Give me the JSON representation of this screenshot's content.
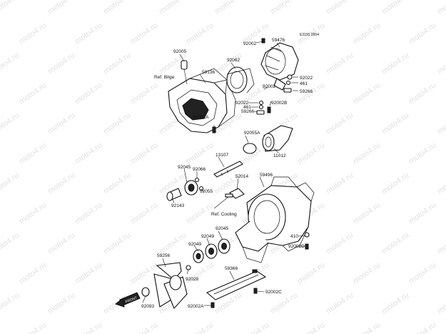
{
  "diagram_code": "E3191 0004",
  "watermark": "moto4.ru",
  "front_label": "FRONT",
  "refs": {
    "bilge": "Ref. Bilge",
    "cooling": "Ref. Cooling"
  },
  "labels": {
    "p92002_top": "92002",
    "p59476": "59476",
    "p92005": "92005",
    "p92062": "92062",
    "p59136": "59136",
    "p92022_right": "92022",
    "p461_right": "461",
    "p59266_right": "59266",
    "p92002_mid": "92002",
    "p92022_left": "92022",
    "p461_left": "461",
    "p59266_left": "59266",
    "p92002B": "92002B",
    "p92002A_upper": "92002A",
    "p92055A": "92055A",
    "p11012": "11012",
    "p13107": "13107",
    "p92045_upper": "92045",
    "p92066": "92066",
    "p92055": "92055",
    "p52014": "52014",
    "p59496": "59496",
    "p92143": "92143",
    "p92045_lower": "92045",
    "p92049_a": "92049",
    "p92049_b": "92049",
    "p410": "410",
    "p92002D": "92002D",
    "p59256": "59256",
    "p59366": "59366",
    "p92028": "92028",
    "p92002C": "92002C",
    "p92093": "92093",
    "p92002A_lower": "92002A"
  }
}
